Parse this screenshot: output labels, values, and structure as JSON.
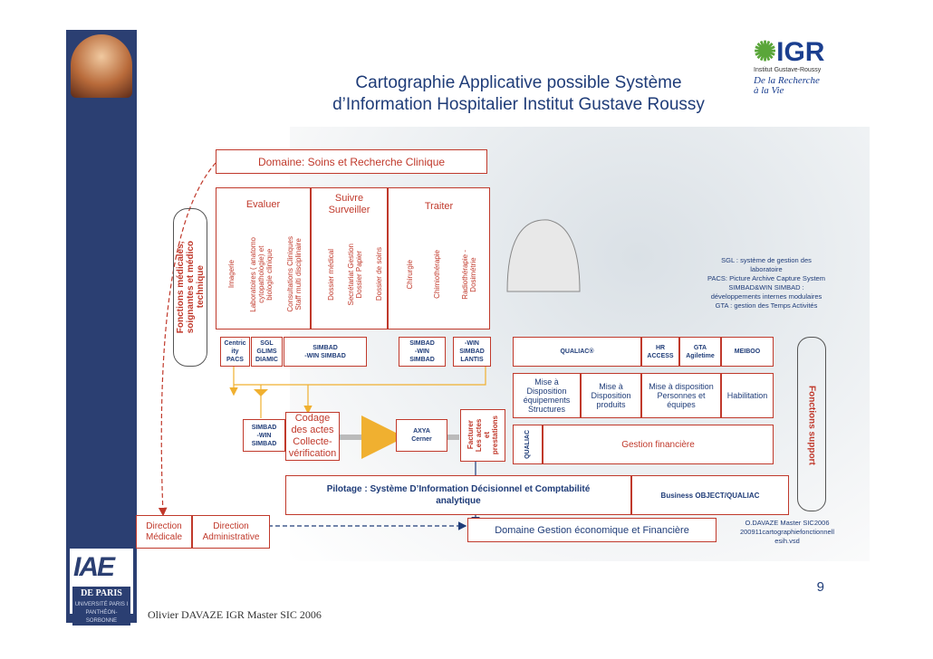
{
  "title": "Cartographie Applicative possible  Système\nd’Information Hospitalier Institut Gustave Roussy",
  "logo": {
    "mark_left": "IGR",
    "sub": "Institut Gustave-Roussy",
    "tag": "De la Recherche\nà la Vie"
  },
  "iae": {
    "big": "IAE",
    "small": "DE PARIS",
    "tiny": "UNIVERSITÉ PARIS I PANTHÉON-SORBONNE"
  },
  "domain_soins": "Domaine: Soins et Recherche Clinique",
  "evaluer": "Evaluer",
  "suivre": "Suivre\nSurveiller",
  "traiter": "Traiter",
  "fn_medicales": "Fonctions  médicales,\nsoignantes et médico\ntechnique",
  "columns": {
    "imagerie": "Imagerie",
    "labo": "Laboratoires ( anatomo\ncytopathologie) et\nbiologie clinique",
    "consult": "Consultations Cliniques\nStaff multi disciplinaire",
    "dossier_med": "Dossier médical",
    "secretariat": "Secrétariat Gestion\nDossier Papier",
    "dossier_soins": "Dossier de soins",
    "chirurgie": "Chirurgie",
    "chimio": "Chimiothérapie",
    "radio": "Radiothérapie -\nDosimétrie"
  },
  "legend": "SGL : système de gestion des\nlaboratoire\nPACS: Picture Archive Capture System\nSIMBAD&WIN SIMBAD :\ndéveloppements internes modulaires\nGTA : gestion des Temps Activités",
  "apps": {
    "centricity": "Centric\nity\nPACS",
    "sgl": "SGL\nGLIMS\nDIAMIC",
    "simbad_win": "SIMBAD\n-WIN SIMBAD",
    "simbad_3": "SIMBAD\n-WIN\nSIMBAD",
    "win_simbad_lantis": "-WIN\nSIMBAD\nLANTIS",
    "qualiac": "QUALIAC®",
    "hr_access": "HR\nACCESS",
    "gta": "GTA\nAgiletime",
    "meiboo": "MEIBOO",
    "simbad_lower": "SIMBAD\n-WIN\nSIMBAD",
    "axya": "AXYA\nCerner",
    "qualiac_v": "QUALIAC"
  },
  "mise_dispo_equip": "Mise  à\nDisposition\néquipements\nStructures",
  "mise_dispo_prod": "Mise à\nDisposition\nproduits",
  "mise_dispo_pers": "Mise à disposition\nPersonnes et\néquipes",
  "habilitation": "Habilitation",
  "codage": "Codage\ndes actes\nCollecte-\nvérification",
  "facturer": "Facturer\nLes actes\net\nprestations",
  "gestion_fin": "Gestion financière",
  "fn_support": "Fonctions  support",
  "pilotage": "Pilotage : Système D’Information Décisionnel et Comptabilité\nanalytique",
  "business_object": "Business OBJECT/QUALIAC",
  "dir_medicale": "Direction\nMédicale",
  "dir_admin": "Direction\nAdministrative",
  "domaine_gestion": "Domaine Gestion économique et Financière",
  "file_ref": "O.DAVAZE Master SIC2006\n200911cartographiefonctionnell\nesih.vsd",
  "page_number": "9",
  "footer": "Olivier DAVAZE IGR Master SIC 2006",
  "colors": {
    "red": "#c0392b",
    "blue": "#1f3c78",
    "sidebar": "#2b3f72",
    "arrow_yellow": "#f0c040"
  }
}
